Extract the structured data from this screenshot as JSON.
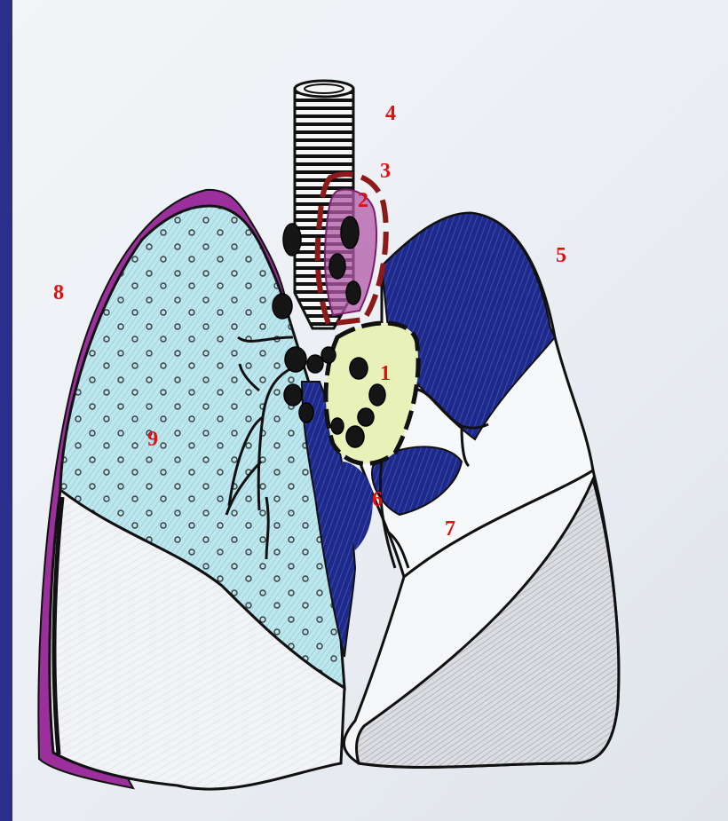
{
  "diagram": {
    "label_color": "#e01010",
    "labels": [
      {
        "id": "1",
        "text": "1"
      },
      {
        "id": "2",
        "text": "2"
      },
      {
        "id": "3",
        "text": "3"
      },
      {
        "id": "4",
        "text": "4"
      },
      {
        "id": "5",
        "text": "5"
      },
      {
        "id": "6",
        "text": "6"
      },
      {
        "id": "7",
        "text": "7"
      },
      {
        "id": "8",
        "text": "8"
      },
      {
        "id": "9",
        "text": "9"
      }
    ],
    "colors": {
      "frame": "#2a2f8c",
      "outline": "#111111",
      "pleura": "#9b2f9b",
      "dotted_lung": "#a9dde4",
      "shaded_lobe": "#1e2a8a",
      "lower_lobe_grey": "#c4c4c8",
      "nodes": "#151515",
      "mediastinal_zone": "#e8f2b8",
      "paratracheal_zone": "#b15aa8",
      "paratracheal_outline": "#8c1a1a"
    }
  }
}
